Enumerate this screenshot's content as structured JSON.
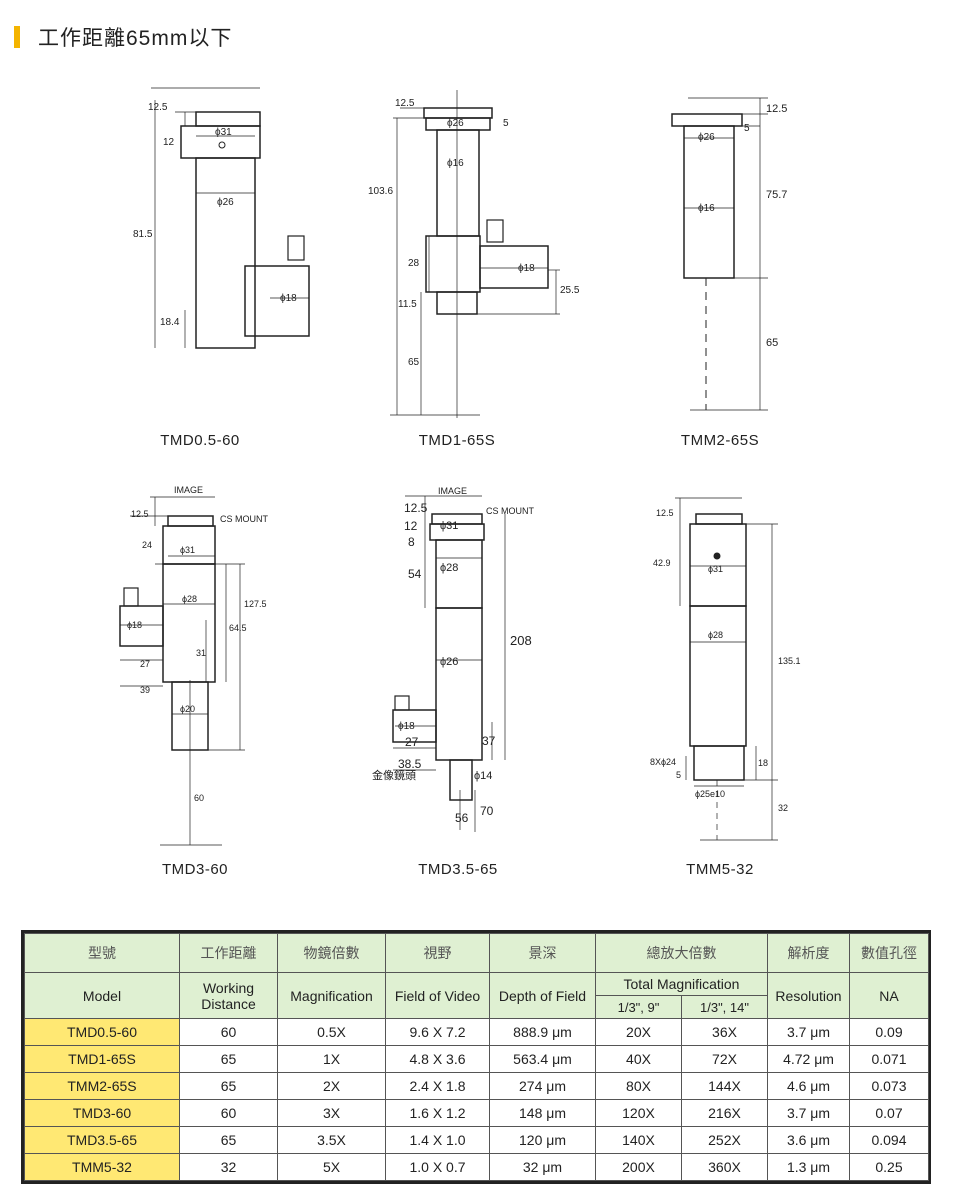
{
  "header": {
    "title": "工作距離65mm以下",
    "accent": "#f4b400"
  },
  "drawings": [
    {
      "model": "TMD0.5-60",
      "dims": [
        "12.5",
        "12",
        "81.5",
        "18.4"
      ],
      "labels": [
        "ϕ31",
        "ϕ26",
        "ϕ18"
      ]
    },
    {
      "model": "TMD1-65S",
      "dims": [
        "12.5",
        "103.6",
        "28",
        "11.5",
        "65",
        "5",
        "25.5"
      ],
      "labels": [
        "ϕ26",
        "ϕ16",
        "ϕ18"
      ]
    },
    {
      "model": "TMM2-65S",
      "dims": [
        "12.5",
        "5",
        "75.7",
        "65"
      ],
      "labels": [
        "ϕ26",
        "ϕ16"
      ]
    },
    {
      "model": "TMD3-60",
      "dims": [
        "12.5",
        "24",
        "127.5",
        "64.5",
        "31",
        "27",
        "39",
        "60"
      ],
      "labels": [
        "IMAGE",
        "CS MOUNT",
        "ϕ31",
        "ϕ28",
        "ϕ18",
        "ϕ20"
      ]
    },
    {
      "model": "TMD3.5-65",
      "dims": [
        "12.5",
        "12",
        "8",
        "54",
        "208",
        "27",
        "38.5",
        "37",
        "56",
        "70"
      ],
      "labels": [
        "IMAGE",
        "CS MOUNT",
        "ϕ31",
        "ϕ28",
        "ϕ26",
        "ϕ18",
        "金像鏡頭",
        "ϕ14"
      ]
    },
    {
      "model": "TMM5-32",
      "dims": [
        "12.5",
        "42.9",
        "135.1",
        "18",
        "5",
        "32"
      ],
      "labels": [
        "ϕ31",
        "ϕ28",
        "8Xϕ24",
        "ϕ25e10"
      ]
    }
  ],
  "table": {
    "headers_zh": [
      "型號",
      "工作距離",
      "物鏡倍數",
      "視野",
      "景深",
      "總放大倍數",
      "解析度",
      "數值孔徑"
    ],
    "headers_en": {
      "model": "Model",
      "wd": "Working Distance",
      "mag": "Magnification",
      "fov": "Field of Video",
      "dof": "Depth of Field",
      "total": "Total Magnification",
      "res": "Resolution",
      "na": "NA"
    },
    "sub": [
      "1/3\", 9\"",
      "1/3\", 14\""
    ],
    "rows": [
      [
        "TMD0.5-60",
        "60",
        "0.5X",
        "9.6 X 7.2",
        "888.9 μm",
        "20X",
        "36X",
        "3.7 μm",
        "0.09"
      ],
      [
        "TMD1-65S",
        "65",
        "1X",
        "4.8 X 3.6",
        "563.4 μm",
        "40X",
        "72X",
        "4.72 μm",
        "0.071"
      ],
      [
        "TMM2-65S",
        "65",
        "2X",
        "2.4 X 1.8",
        "274 μm",
        "80X",
        "144X",
        "4.6 μm",
        "0.073"
      ],
      [
        "TMD3-60",
        "60",
        "3X",
        "1.6 X 1.2",
        "148 μm",
        "120X",
        "216X",
        "3.7 μm",
        "0.07"
      ],
      [
        "TMD3.5-65",
        "65",
        "3.5X",
        "1.4 X 1.0",
        "120 μm",
        "140X",
        "252X",
        "3.6 μm",
        "0.094"
      ],
      [
        "TMM5-32",
        "32",
        "5X",
        "1.0 X 0.7",
        "32 μm",
        "200X",
        "360X",
        "1.3 μm",
        "0.25"
      ]
    ]
  },
  "colors": {
    "header_fill": "#dff0d2",
    "model_fill": "#ffe873"
  }
}
